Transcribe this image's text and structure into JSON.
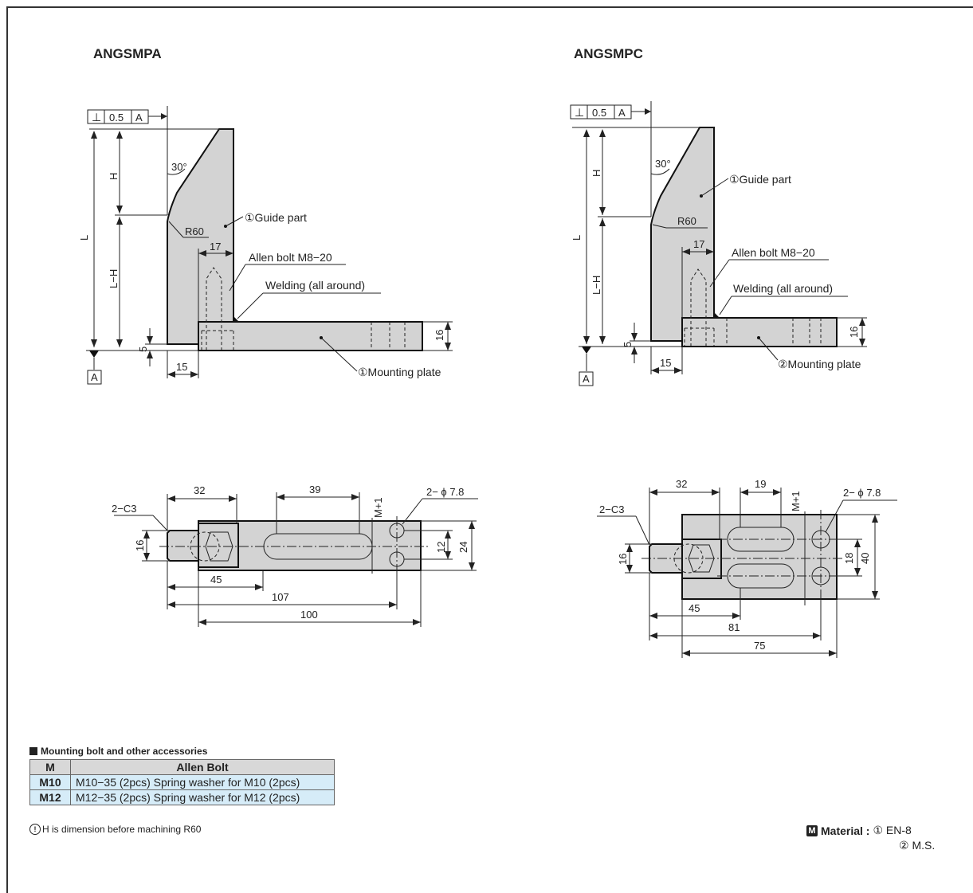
{
  "left_view": {
    "title": "ANGSMPA",
    "tolerance": {
      "symbol": "⊥",
      "value": "0.5",
      "datum": "A"
    },
    "datum_label": "A",
    "dims": {
      "L": "L",
      "H": "H",
      "LH": "L−H",
      "angle": "30°",
      "radius": "R60",
      "d17": "17",
      "d5": "5",
      "d15": "15",
      "d16": "16"
    },
    "labels": {
      "guide": "①Guide part",
      "bolt": "Allen bolt M8−20",
      "weld": "Welding (all around)",
      "plate": "①Mounting plate"
    }
  },
  "right_view": {
    "title": "ANGSMPC",
    "tolerance": {
      "symbol": "⊥",
      "value": "0.5",
      "datum": "A"
    },
    "datum_label": "A",
    "dims": {
      "L": "L",
      "H": "H",
      "LH": "L−H",
      "angle": "30°",
      "radius": "R60",
      "d17": "17",
      "d5": "5",
      "d15": "15",
      "d16": "16"
    },
    "labels": {
      "guide": "①Guide part",
      "bolt": "Allen bolt M8−20",
      "weld": "Welding (all around)",
      "plate": "②Mounting plate"
    }
  },
  "left_top": {
    "dims": {
      "c3": "2−C3",
      "d32": "32",
      "d39": "39",
      "m1": "M+1",
      "hole": "2− ϕ 7.8",
      "d16": "16",
      "d12": "12",
      "d24": "24",
      "d45": "45",
      "d107": "107",
      "d100": "100"
    }
  },
  "right_top": {
    "dims": {
      "c3": "2−C3",
      "d32": "32",
      "d19": "19",
      "m1": "M+1",
      "hole": "2− ϕ 7.8",
      "d16": "16",
      "d18": "18",
      "d40": "40",
      "d45": "45",
      "d81": "81",
      "d75": "75"
    }
  },
  "accessories": {
    "title": "Mounting bolt and other accessories",
    "headers": [
      "M",
      "Allen Bolt"
    ],
    "rows": [
      {
        "m": "M10",
        "bolt": "M10−35 (2pcs) Spring washer for M10 (2pcs)"
      },
      {
        "m": "M12",
        "bolt": "M12−35 (2pcs) Spring washer for M12 (2pcs)"
      }
    ]
  },
  "note": {
    "icon": "!",
    "text": "H is dimension before machining R60"
  },
  "material": {
    "icon": "M",
    "label": "Material :",
    "items": [
      "① EN-8",
      "② M.S."
    ]
  }
}
